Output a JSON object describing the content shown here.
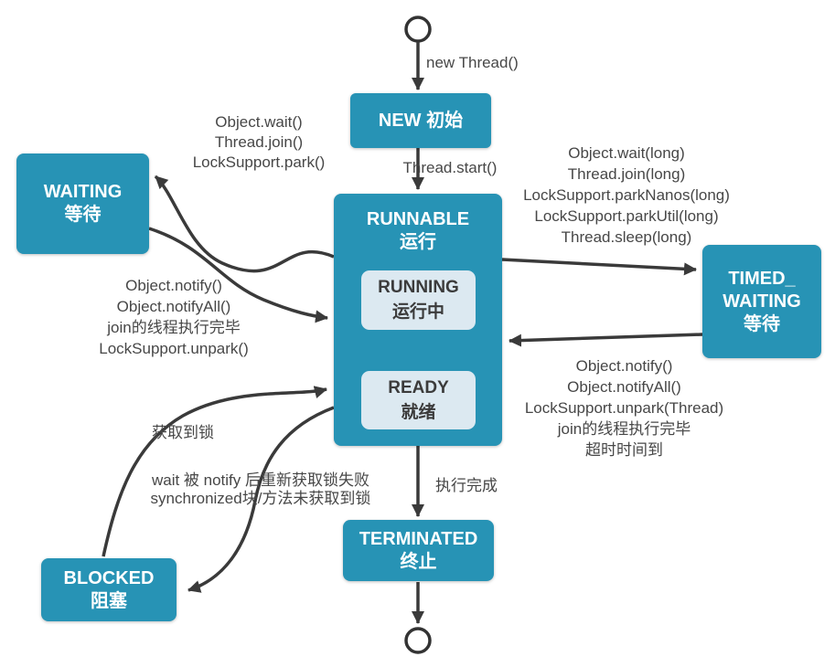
{
  "nodes": {
    "new": {
      "line1": "NEW 初始"
    },
    "runnable": {
      "line1": "RUNNABLE",
      "line2": "运行"
    },
    "running": {
      "line1": "RUNNING",
      "line2": "运行中"
    },
    "ready": {
      "line1": "READY",
      "line2": "就绪"
    },
    "waiting": {
      "line1": "WAITING",
      "line2": "等待"
    },
    "timed_waiting": {
      "line1": "TIMED_",
      "line2": "WAITING",
      "line3": "等待"
    },
    "blocked": {
      "line1": "BLOCKED",
      "line2": "阻塞"
    },
    "terminated": {
      "line1": "TERMINATED",
      "line2": "终止"
    }
  },
  "edge_labels": {
    "new_thread": "new Thread()",
    "thread_start": "Thread.start()",
    "runnable_to_waiting": [
      "Object.wait()",
      "Thread.join()",
      "LockSupport.park()"
    ],
    "waiting_to_runnable": [
      "Object.notify()",
      "Object.notifyAll()",
      "join的线程执行完毕",
      "LockSupport.unpark()"
    ],
    "runnable_to_timed_waiting": [
      "Object.wait(long)",
      "Thread.join(long)",
      "LockSupport.parkNanos(long)",
      "LockSupport.parkUtil(long)",
      "Thread.sleep(long)"
    ],
    "timed_waiting_to_runnable": [
      "Object.notify()",
      "Object.notifyAll()",
      "LockSupport.unpark(Thread)",
      "join的线程执行完毕",
      "超时时间到"
    ],
    "blocked_to_runnable": "获取到锁",
    "runnable_to_blocked": [
      "wait 被 notify 后重新获取锁失败",
      "synchronized块/方法未获取到锁"
    ],
    "runnable_to_terminated": "执行完成"
  },
  "colors": {
    "state_fill": "#2793b5",
    "substate_fill": "#dce9f1",
    "arrow": "#3a3a3a",
    "yellow_arrow": "#f5ee7d",
    "state_text": "#ffffff",
    "label_text": "#474747"
  }
}
